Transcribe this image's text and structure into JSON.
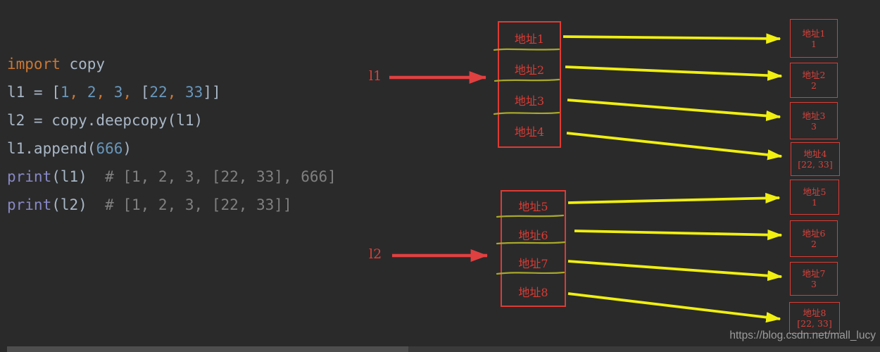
{
  "colors": {
    "background": "#2a2a2b",
    "keyword_orange": "#cc7832",
    "number_blue": "#6897bb",
    "default_text": "#a9b7c6",
    "builtin_purple": "#8888c6",
    "comment_gray": "#808080",
    "box_red": "#dd3b33",
    "arrow_yellow": "#f0ef10",
    "divider_olive": "#a8a82a",
    "watermark_gray": "#9c9c9c"
  },
  "code": {
    "lines": [
      [
        {
          "t": "import",
          "c": "kw"
        },
        {
          "t": " copy",
          "c": "def"
        }
      ],
      [
        {
          "t": "l1 = [",
          "c": "def"
        },
        {
          "t": "1",
          "c": "num"
        },
        {
          "t": ",",
          "c": "comma"
        },
        {
          "t": " ",
          "c": "def"
        },
        {
          "t": "2",
          "c": "num"
        },
        {
          "t": ",",
          "c": "comma"
        },
        {
          "t": " ",
          "c": "def"
        },
        {
          "t": "3",
          "c": "num"
        },
        {
          "t": ",",
          "c": "comma"
        },
        {
          "t": " [",
          "c": "def"
        },
        {
          "t": "22",
          "c": "num"
        },
        {
          "t": ",",
          "c": "comma"
        },
        {
          "t": " ",
          "c": "def"
        },
        {
          "t": "33",
          "c": "num"
        },
        {
          "t": "]]",
          "c": "def"
        }
      ],
      [
        {
          "t": "l2 = copy.deepcopy(l1)",
          "c": "def"
        }
      ],
      [
        {
          "t": "l1.append(",
          "c": "def"
        },
        {
          "t": "666",
          "c": "num"
        },
        {
          "t": ")",
          "c": "def"
        }
      ],
      [
        {
          "t": "print",
          "c": "fn"
        },
        {
          "t": "(l1)  ",
          "c": "def"
        },
        {
          "t": "# [1, 2, 3, [22, 33], 666]",
          "c": "comment"
        }
      ],
      [
        {
          "t": "print",
          "c": "fn"
        },
        {
          "t": "(l2)  ",
          "c": "def"
        },
        {
          "t": "# [1, 2, 3, [22, 33]]",
          "c": "comment"
        }
      ]
    ]
  },
  "diagram": {
    "l1_label": "l1",
    "l2_label": "l2",
    "l1_box": {
      "rows": [
        "地址1",
        "地址2",
        "地址3",
        "地址4"
      ]
    },
    "l2_box": {
      "rows": [
        "地址5",
        "地址6",
        "地址7",
        "地址8"
      ]
    },
    "l1_cells": [
      {
        "address": "地址1",
        "value": "1"
      },
      {
        "address": "地址2",
        "value": "2"
      },
      {
        "address": "地址3",
        "value": "3"
      },
      {
        "address": "地址4",
        "value": "[22, 33]"
      }
    ],
    "l2_cells": [
      {
        "address": "地址5",
        "value": "1"
      },
      {
        "address": "地址6",
        "value": "2"
      },
      {
        "address": "地址7",
        "value": "3"
      },
      {
        "address": "地址8",
        "value": "[22, 33]"
      }
    ]
  },
  "watermark": "https://blog.csdn.net/mall_lucy"
}
